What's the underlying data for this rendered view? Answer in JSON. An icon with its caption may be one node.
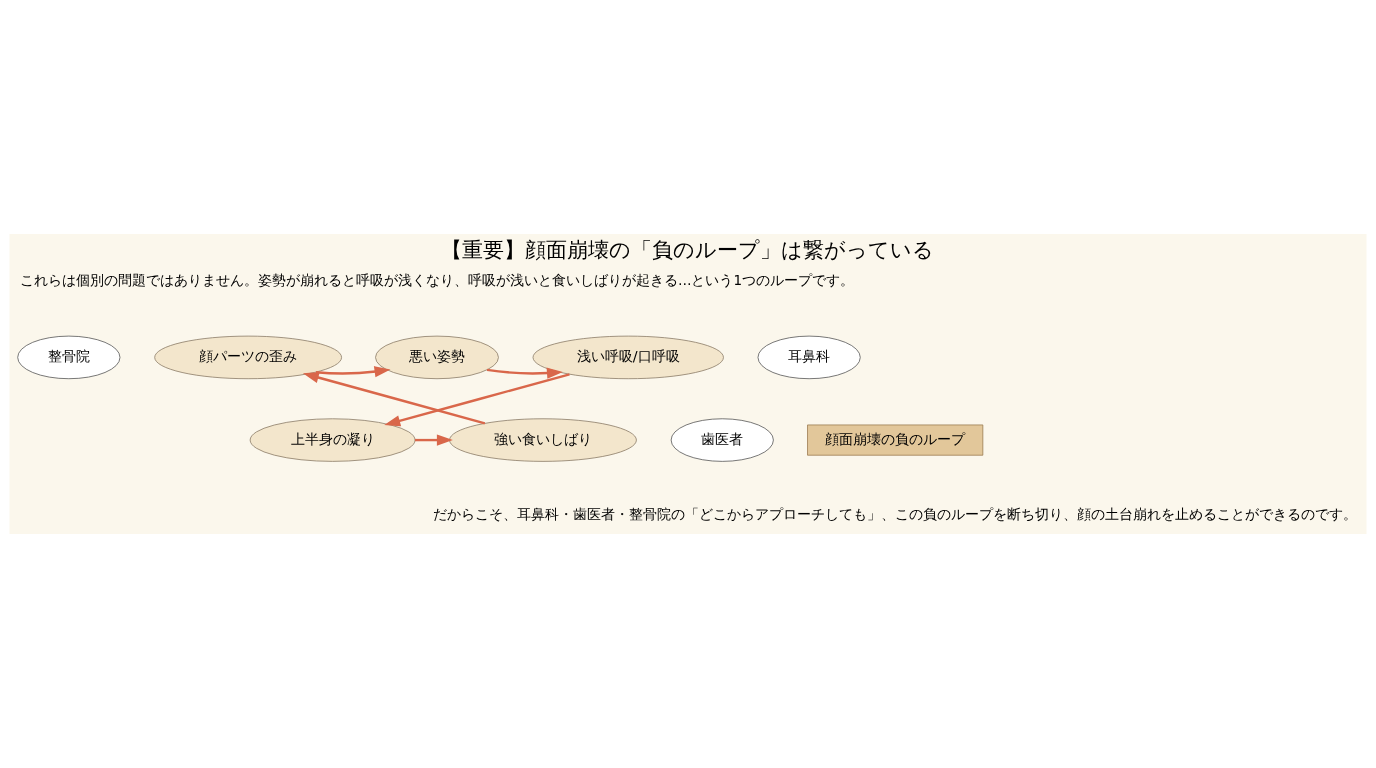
{
  "diagram": {
    "title": "【重要】顔面崩壊の「負のループ」は繋がっている",
    "nodes": [
      {
        "text": [
          "悪い姿勢"
        ]
      },
      {
        "text": [
          "浅い呼吸/口呼吸"
        ]
      },
      {
        "text": [
          "上半身の凝り"
        ]
      },
      {
        "text": [
          "強い食いしばり"
        ]
      },
      {
        "text": [
          "顔パーツの歪み"
        ]
      },
      {
        "text": [
          "顔面崩壊の負のループ"
        ]
      },
      {
        "text": [
          "耳鼻科"
        ]
      },
      {
        "text": [
          "歯医者"
        ]
      },
      {
        "text": [
          "整骨院"
        ]
      }
    ],
    "edges": [
      {
        "from": 0,
        "to": 1,
        "arrow": "to"
      },
      {
        "from": 1,
        "to": 2,
        "arrow": "to"
      },
      {
        "from": 2,
        "to": 3,
        "arrow": "to"
      },
      {
        "from": 3,
        "to": 4,
        "arrow": "to"
      },
      {
        "from": 4,
        "to": 0,
        "arrow": "to"
      }
    ],
    "labels": [
      "これらは個別の問題ではありません。姿勢が崩れると呼吸が浅くなり、呼吸が浅いと食いしばりが起きる…という1つのループです。",
      "だからこそ、耳鼻科・歯医者・整骨院の「どこからアプローチしても」、この負のループを断ち切り、顔の土台崩れを止めることができるのです。"
    ]
  }
}
